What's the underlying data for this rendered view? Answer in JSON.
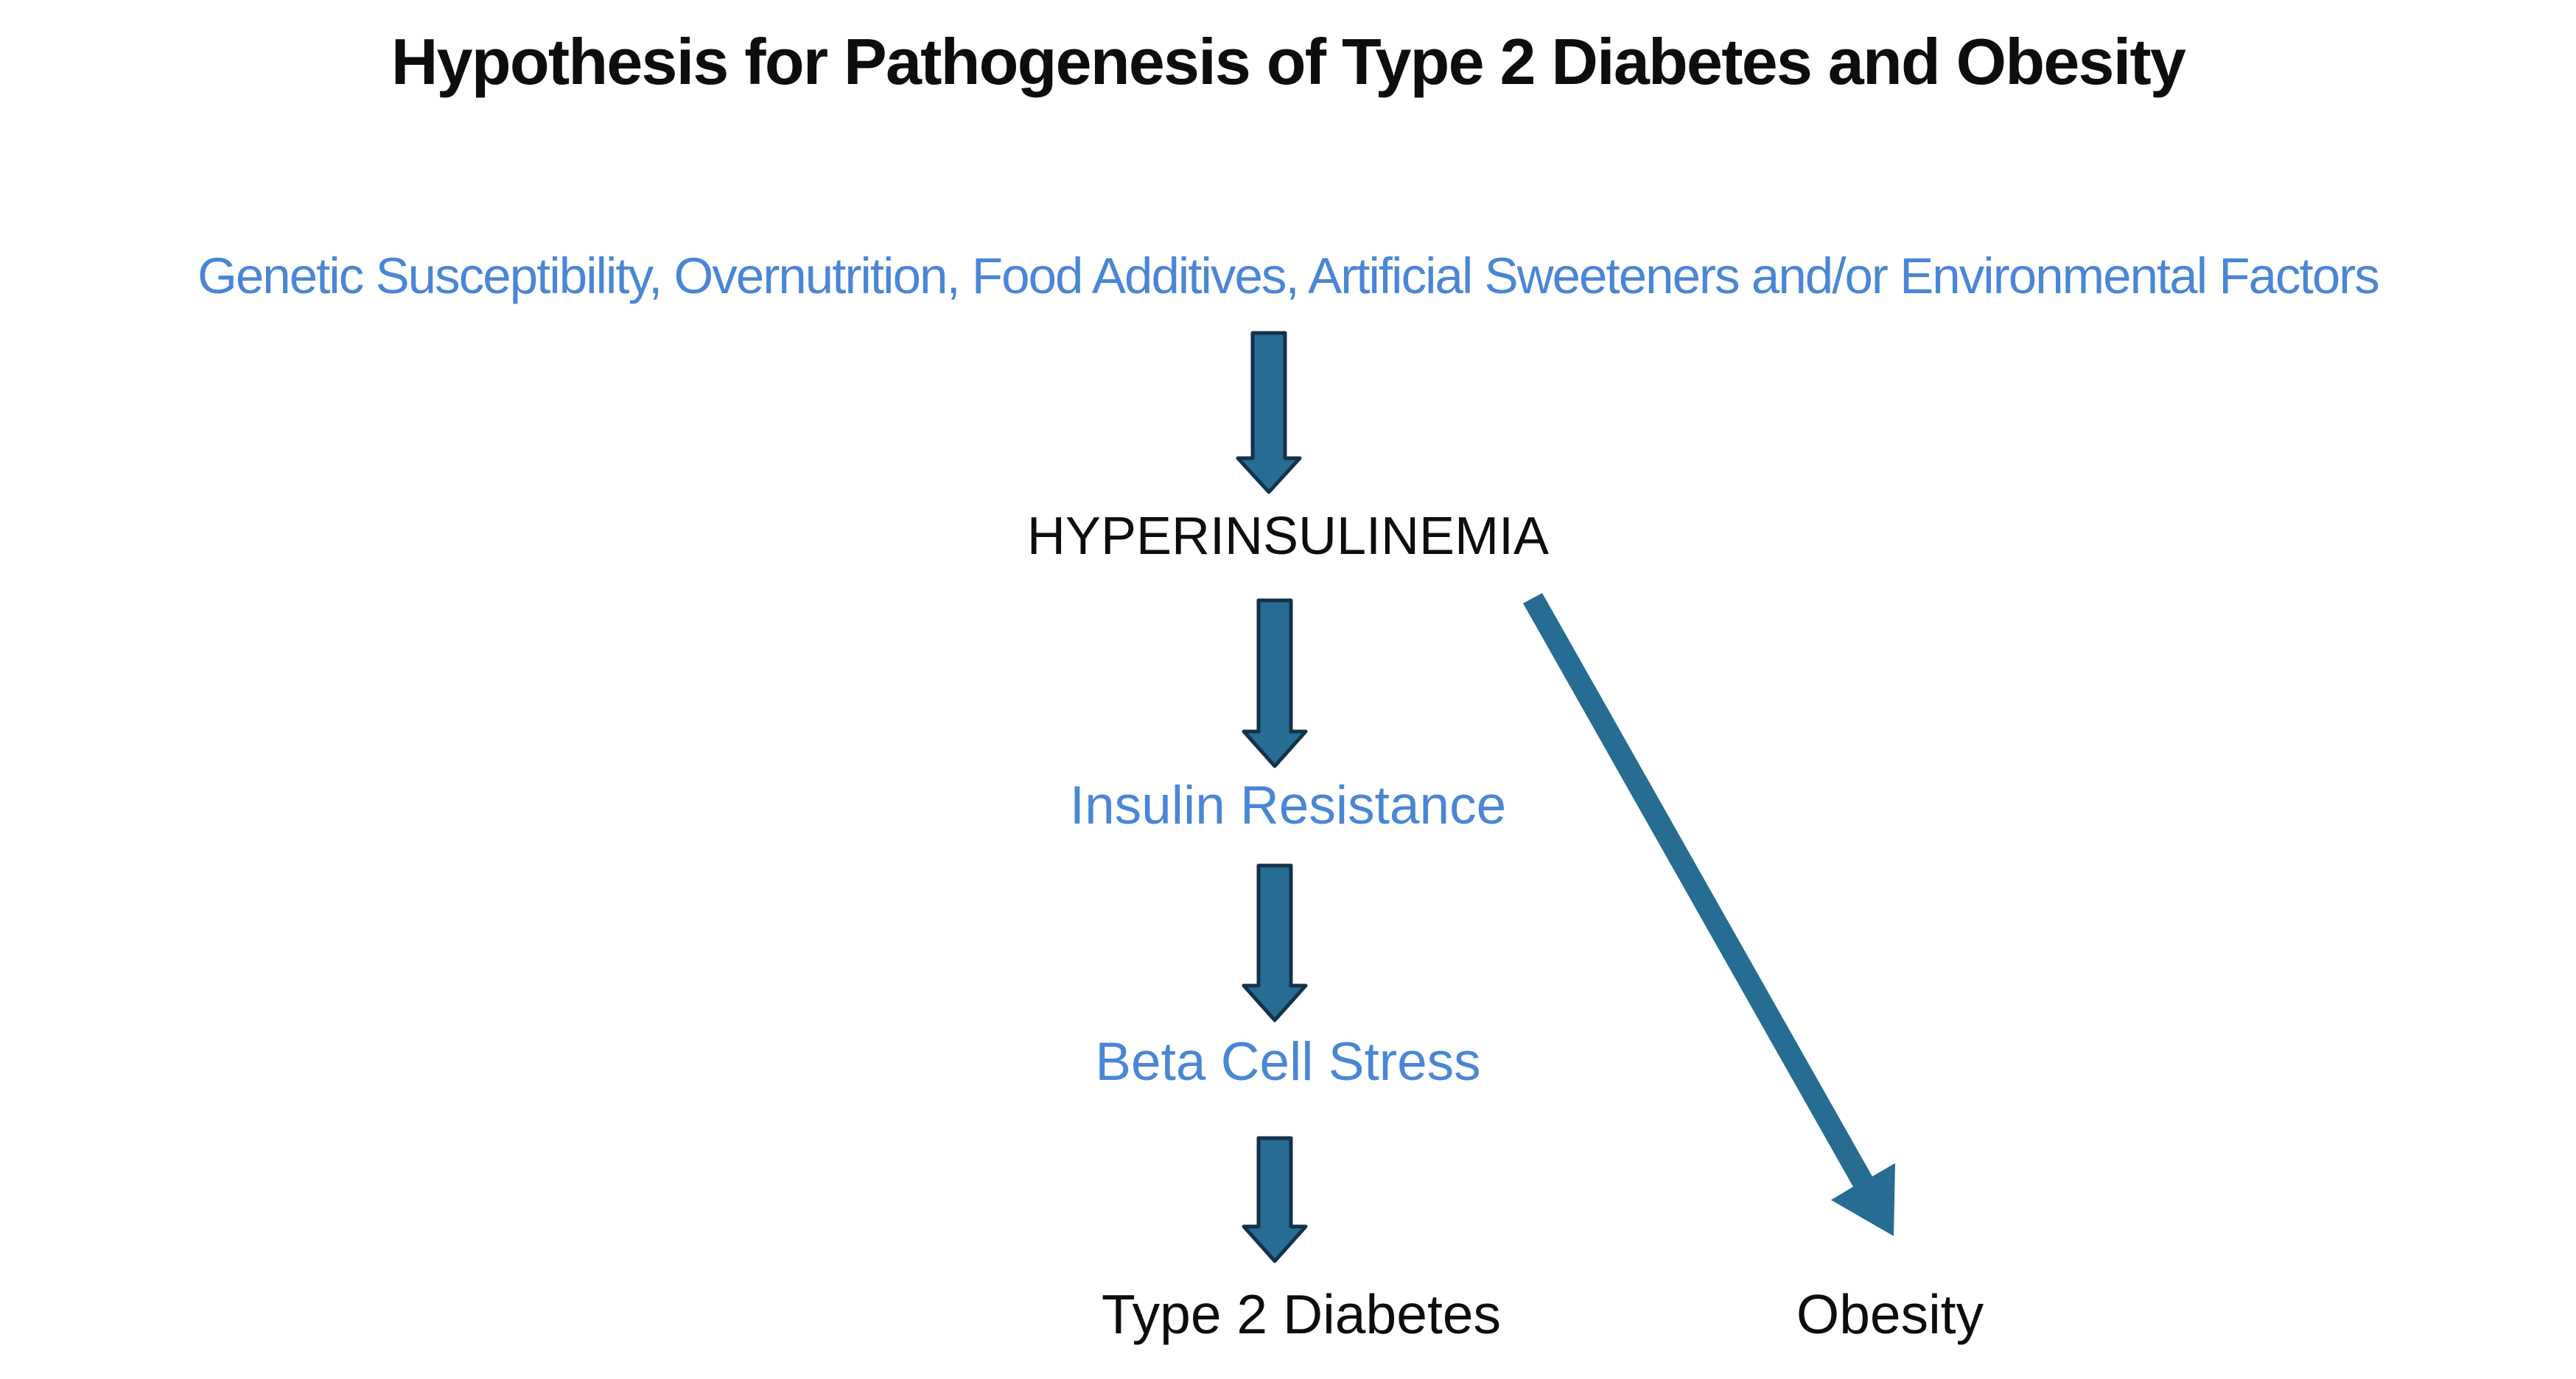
{
  "colors": {
    "arrow_fill": "#266c93",
    "arrow_outline": "#14324a",
    "link_blue": "#4a86d6",
    "text_black": "#0d0d0d",
    "background": "#ffffff"
  },
  "diagram": {
    "title": "Hypothesis for Pathogenesis of Type 2 Diabetes and Obesity",
    "risk_factors": {
      "id": "risk-factors",
      "label": "Genetic Susceptibility, Overnutrition, Food Additives, Artificial Sweeteners and/or Environmental Factors",
      "color": "blue"
    },
    "nodes": [
      {
        "id": "hyperinsulinemia",
        "label": "HYPERINSULINEMIA",
        "color": "black"
      },
      {
        "id": "insulin-resistance",
        "label": "Insulin Resistance",
        "color": "blue"
      },
      {
        "id": "beta-cell-stress",
        "label": "Beta Cell Stress",
        "color": "blue"
      },
      {
        "id": "type-2-diabetes",
        "label": "Type 2 Diabetes",
        "color": "black"
      },
      {
        "id": "obesity",
        "label": "Obesity",
        "color": "black"
      }
    ],
    "edges": [
      {
        "from": "risk-factors",
        "to": "hyperinsulinemia",
        "shape": "block-arrow-down"
      },
      {
        "from": "hyperinsulinemia",
        "to": "insulin-resistance",
        "shape": "block-arrow-down"
      },
      {
        "from": "insulin-resistance",
        "to": "beta-cell-stress",
        "shape": "block-arrow-down"
      },
      {
        "from": "beta-cell-stress",
        "to": "type-2-diabetes",
        "shape": "block-arrow-down"
      },
      {
        "from": "hyperinsulinemia",
        "to": "obesity",
        "shape": "diagonal-arrow"
      }
    ]
  }
}
